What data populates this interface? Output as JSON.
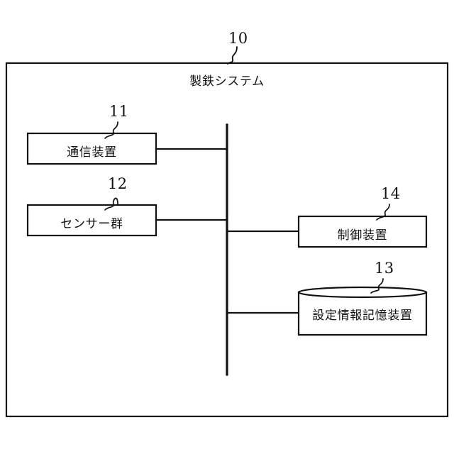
{
  "figure": {
    "type": "patent-block-diagram",
    "language": "ja",
    "outer_system": {
      "ref": "10",
      "label": "製鉄システム"
    },
    "blocks": [
      {
        "ref": "11",
        "label": "通信装置",
        "shape": "rectangle",
        "side": "left"
      },
      {
        "ref": "12",
        "label": "センサー群",
        "shape": "rectangle",
        "side": "left"
      },
      {
        "ref": "14",
        "label": "制御装置",
        "shape": "rectangle",
        "side": "right"
      },
      {
        "ref": "13",
        "label": "設定情報記憶装置",
        "shape": "cylinder",
        "side": "right"
      }
    ],
    "bus": {
      "orientation": "vertical",
      "connections": 4
    },
    "colors": {
      "stroke": "#111111",
      "fill": "#ffffff",
      "text": "#111111"
    }
  }
}
